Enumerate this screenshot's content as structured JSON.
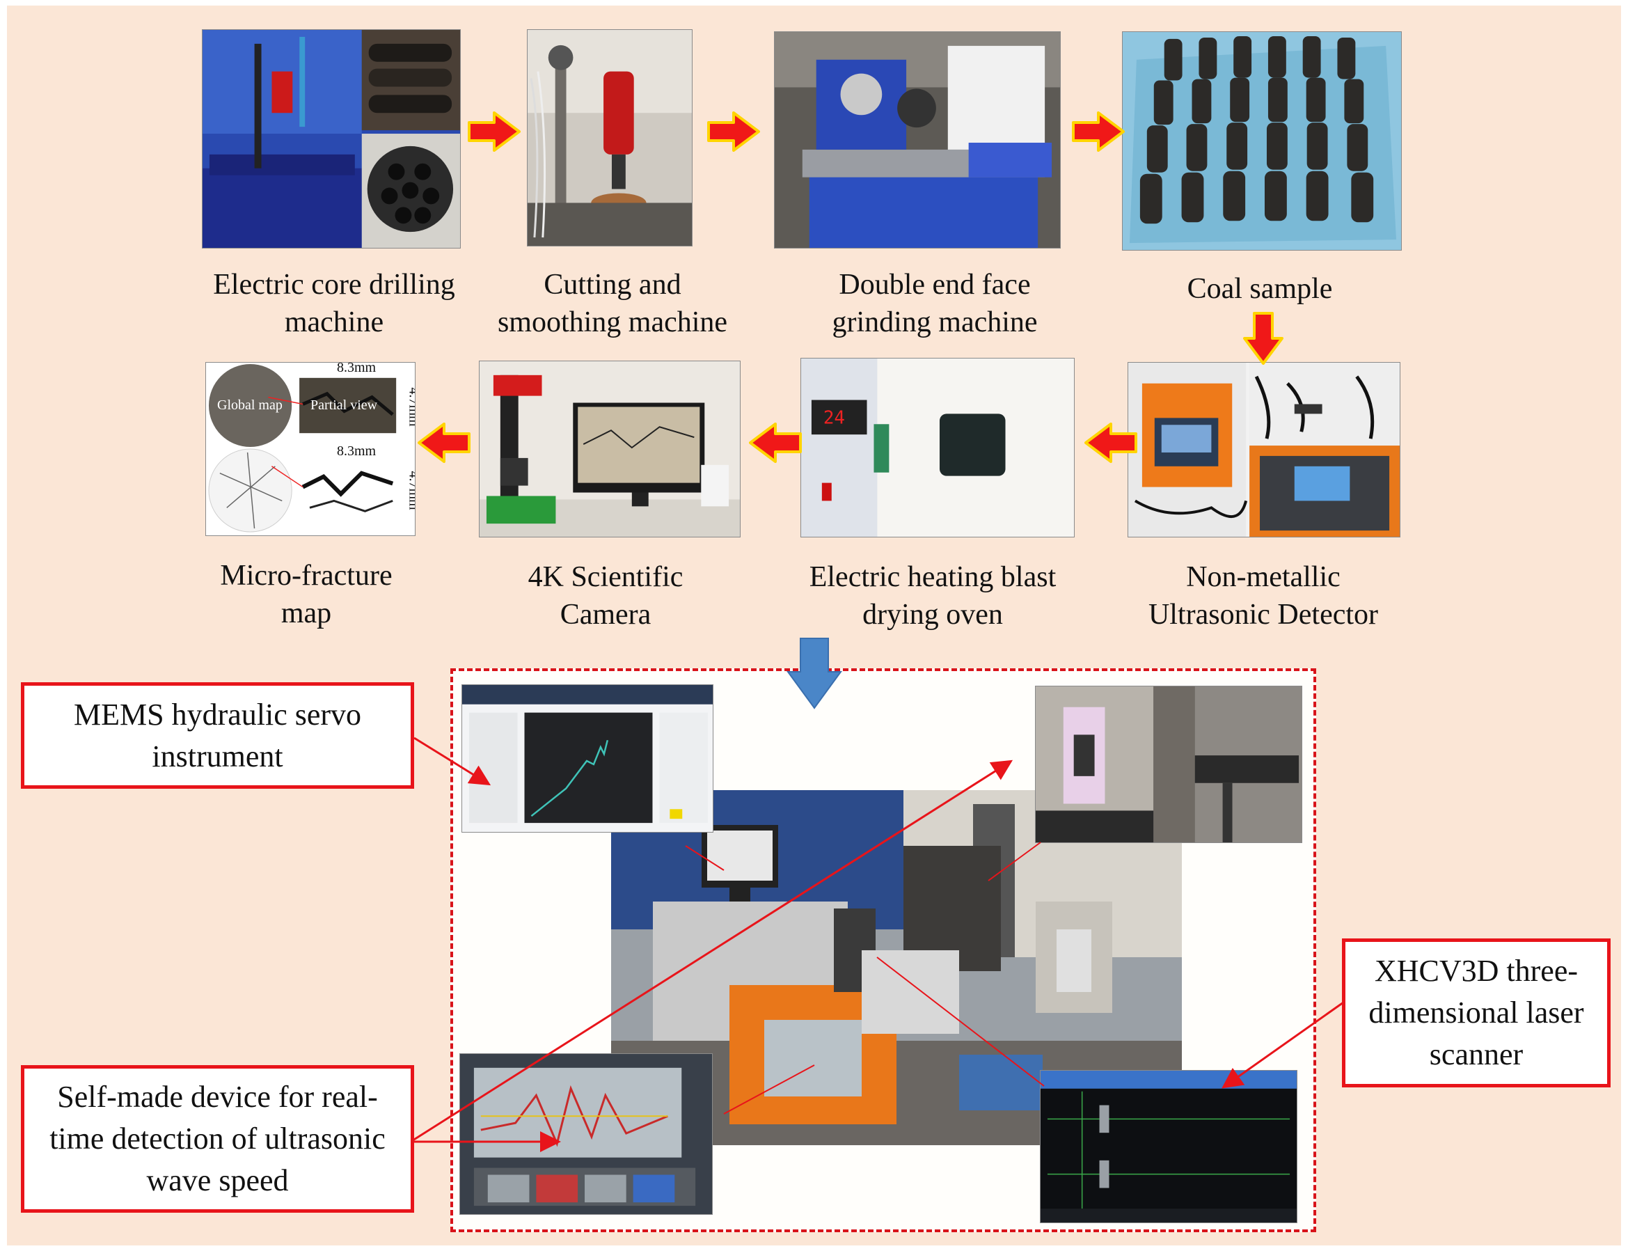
{
  "top_row": {
    "equipment": [
      {
        "label": "Electric core drilling machine",
        "line1": "Electric core drilling",
        "line2": "machine"
      },
      {
        "label": "Cutting and smoothing machine",
        "line1": "Cutting and",
        "line2": "smoothing machine"
      },
      {
        "label": "Double end face grinding machine",
        "line1": "Double end face",
        "line2": "grinding machine"
      },
      {
        "label": "Coal sample",
        "line1": "Coal sample",
        "line2": ""
      }
    ]
  },
  "middle_row": {
    "equipment": [
      {
        "label": "Micro-fracture map",
        "line1": "Micro-fracture",
        "line2": "map"
      },
      {
        "label": "4K Scientific Camera",
        "line1": "4K Scientific",
        "line2": "Camera"
      },
      {
        "label": "Electric heating blast drying oven",
        "line1": "Electric heating blast",
        "line2": "drying oven"
      },
      {
        "label": "Non-metallic Ultrasonic Detector",
        "line1": "Non-metallic",
        "line2": "Ultrasonic Detector"
      }
    ],
    "microfracture": {
      "width_label": "8.3mm",
      "height_label": "4.7mm",
      "global_label": "Global map",
      "partial_label": "Partial view"
    }
  },
  "callouts": {
    "mems": {
      "line1": "MEMS hydraulic servo",
      "line2": "instrument"
    },
    "self_made": {
      "line1": "Self-made device for real-",
      "line2": "time detection of ultrasonic",
      "line3": "wave speed"
    },
    "scanner": {
      "line1": "XHCV3D three-",
      "line2": "dimensional laser",
      "line3": "scanner"
    }
  },
  "colors": {
    "background": "#fbe6d6",
    "flow_arrow": "#f01818",
    "flow_arrow_outline": "#ffd400",
    "callout_border": "#e8141a",
    "down_arrow": "#4a86c8"
  }
}
